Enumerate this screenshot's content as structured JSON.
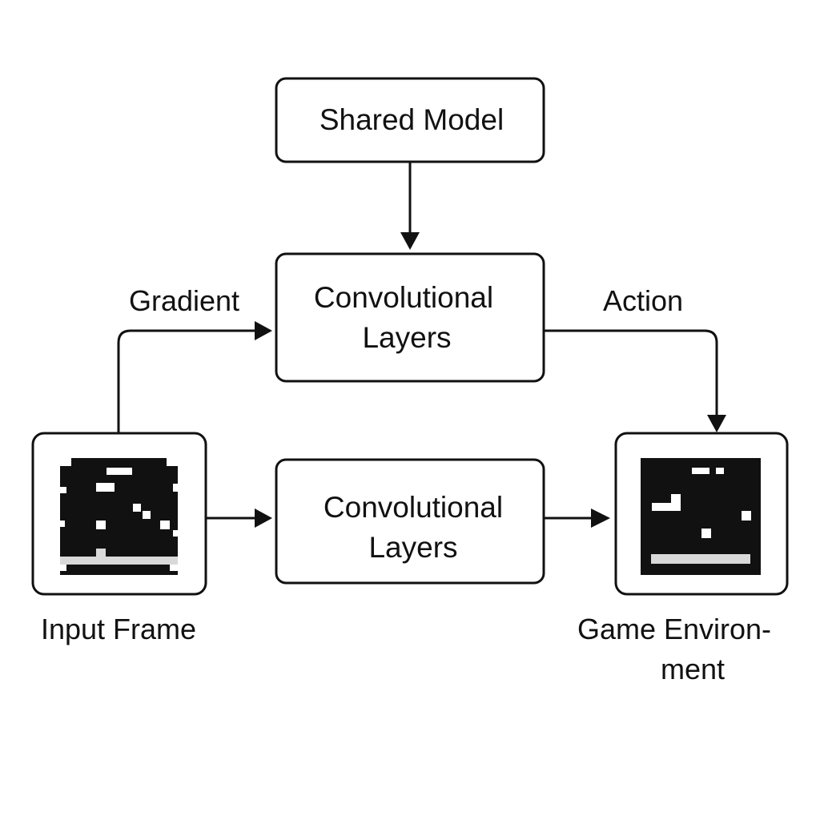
{
  "nodes": {
    "shared_model": {
      "label": "Shared Model"
    },
    "conv_layers_top": {
      "line1": "Convolutional",
      "line2": "Layers"
    },
    "conv_layers_bottom": {
      "line1": "Convolutional",
      "line2": "Layers"
    },
    "input_frame": {
      "caption": "Input Frame"
    },
    "game_environment": {
      "caption_line1": "Game Environ-",
      "caption_line2": "ment"
    }
  },
  "edges": {
    "gradient": {
      "label": "Gradient"
    },
    "action": {
      "label": "Action"
    }
  },
  "icons": {
    "input_frame": "game-screen-icon",
    "game_environment": "game-screen-icon"
  },
  "colors": {
    "stroke": "#111111",
    "screen": "#111111",
    "pixel": "#ffffff",
    "floor": "#d9d9d9"
  }
}
